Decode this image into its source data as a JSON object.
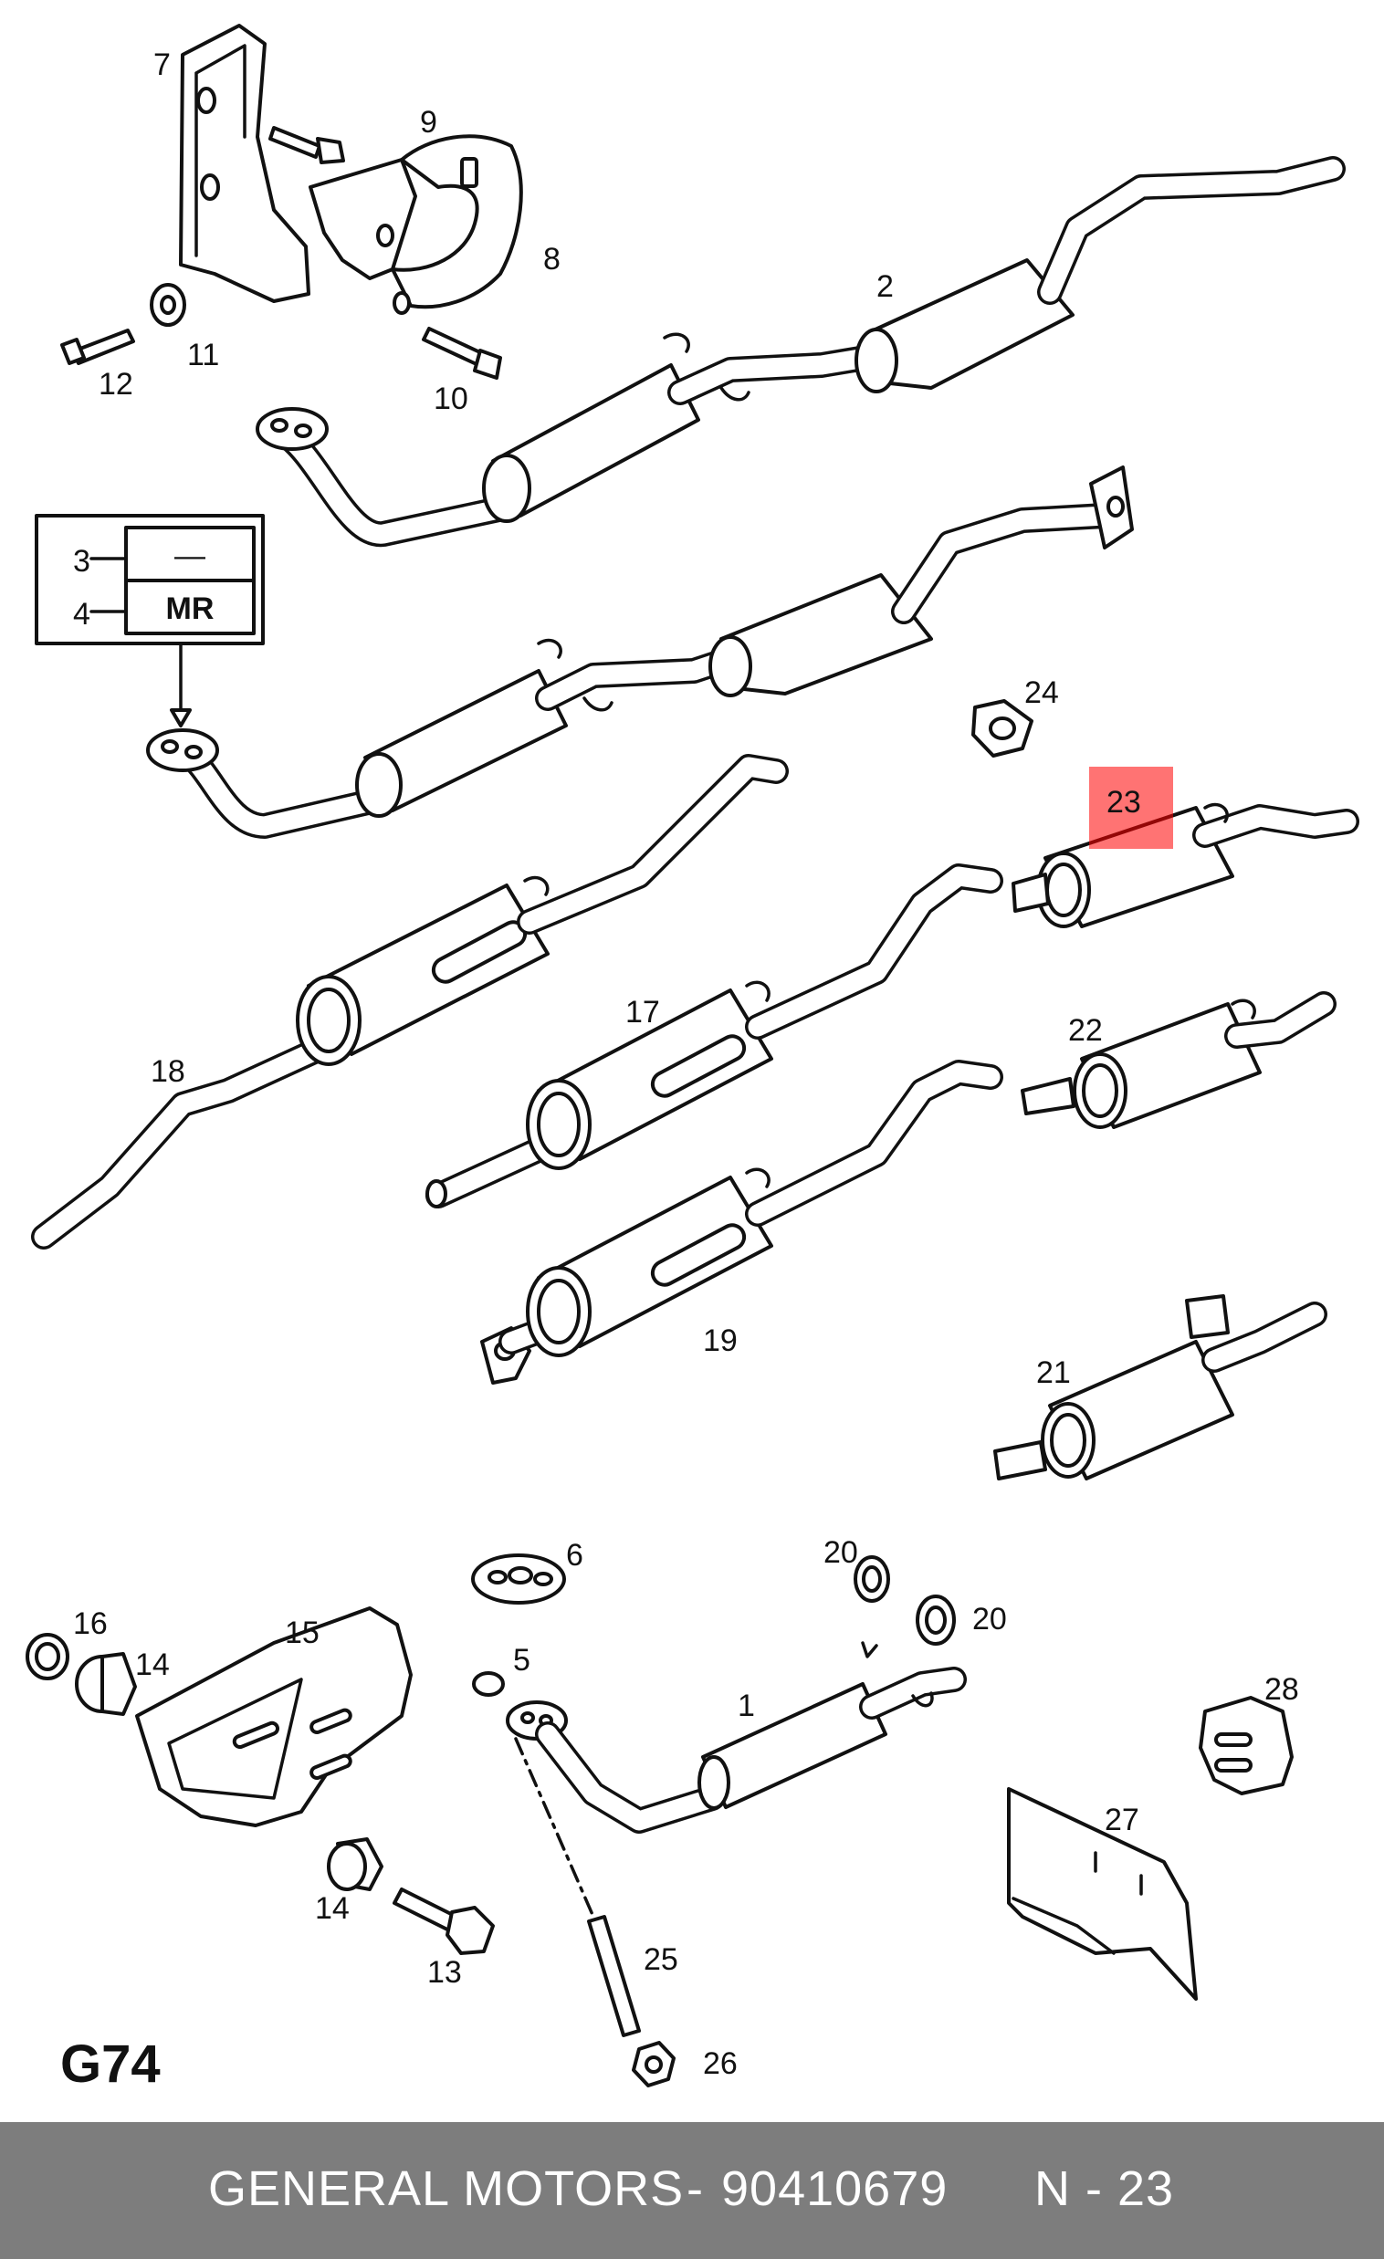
{
  "diagram_code": "G74",
  "highlight_color": "#ff0000",
  "callouts": {
    "c1": "1",
    "c2": "2",
    "c3": "3",
    "c4": "4",
    "c5": "5",
    "c6": "6",
    "c7": "7",
    "c8": "8",
    "c9": "9",
    "c10": "10",
    "c11": "11",
    "c12": "12",
    "c13": "13",
    "c14a": "14",
    "c14b": "14",
    "c15": "15",
    "c16": "16",
    "c17": "17",
    "c18": "18",
    "c19": "19",
    "c20a": "20",
    "c20b": "20",
    "c21": "21",
    "c22": "22",
    "c23": "23",
    "c24": "24",
    "c25": "25",
    "c26": "26",
    "c27": "27",
    "c28": "28"
  },
  "legend_box": {
    "row3_value": "—",
    "row4_value": "MR"
  },
  "footer": {
    "brand": "GENERAL MOTORS",
    "separator": "-",
    "part_number": "90410679",
    "page_ref": "N - 23"
  }
}
